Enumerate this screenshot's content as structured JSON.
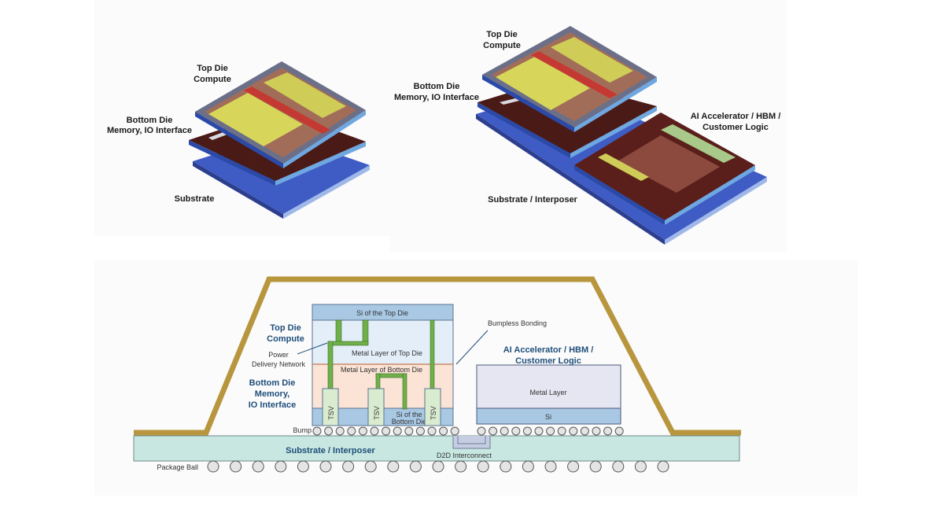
{
  "top_left_3d": {
    "labels": {
      "top_die": [
        "Top Die",
        "Compute"
      ],
      "bottom_die": [
        "Bottom Die",
        "Memory, IO Interface"
      ],
      "substrate": "Substrate"
    }
  },
  "top_right_3d": {
    "labels": {
      "top_die": [
        "Top Die",
        "Compute"
      ],
      "bottom_die": [
        "Bottom Die",
        "Memory, IO Interface"
      ],
      "accelerator": [
        "AI Accelerator / HBM /",
        "Customer Logic"
      ],
      "substrate": "Substrate / Interposer"
    }
  },
  "cross_section": {
    "si_top_die": "Si of the Top Die",
    "metal_top_die": "Metal Layer of Top Die",
    "metal_bottom_die": "Metal Layer of Bottom Die",
    "si_bottom_die": [
      "Si of the",
      "Bottom Die"
    ],
    "tsv": "TSV",
    "top_die_label": [
      "Top Die",
      "Compute"
    ],
    "bottom_die_label": [
      "Bottom Die",
      "Memory,",
      "IO Interface"
    ],
    "pdn_label": [
      "Power",
      "Delivery Network"
    ],
    "bumpless_label": "Bumpless Bonding",
    "accel_label": [
      "AI Accelerator / HBM /",
      "Customer Logic"
    ],
    "accel_metal": "Metal Layer",
    "accel_si": "Si",
    "bump_label": "Bump",
    "substrate_label": "Substrate / Interposer",
    "d2d_label": "D2D Interconnect",
    "package_ball_label": "Package Ball"
  },
  "colors": {
    "lid": "#b8963e",
    "si": "#a9c8e4",
    "metal_top": "#e3eef8",
    "metal_bottom": "#fbe3d6",
    "tsv": "#d9ecd0",
    "pdn": "#6fb04a",
    "substrate": "#c8e7e1",
    "accel_metal": "#e6e6f2",
    "label_blue": "#1f4e79",
    "die_blue": "#3a56b8",
    "die_red": "#5a1f1a",
    "die_yellow": "#d7d65a"
  }
}
